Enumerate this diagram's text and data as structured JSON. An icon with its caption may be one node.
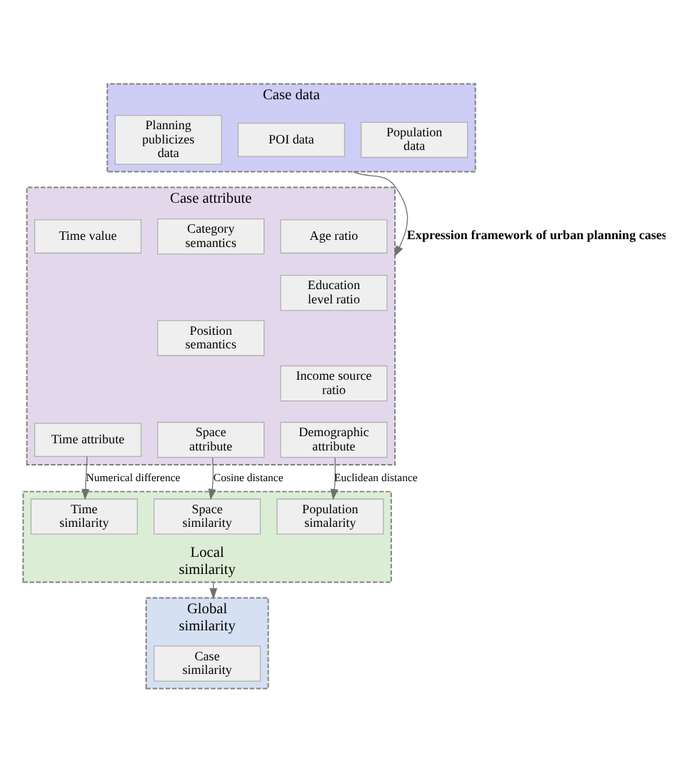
{
  "diagram": {
    "nodes": [
      {
        "text": [
          "Case data"
        ]
      },
      {
        "text": [
          "Planning publicizes data"
        ],
        "in": 0
      },
      {
        "text": [
          "POI data"
        ],
        "in": 0
      },
      {
        "text": [
          "Population data"
        ],
        "in": 0
      },
      {
        "text": [
          "Case attribute"
        ]
      },
      {
        "text": [
          "Time value"
        ],
        "in": 4
      },
      {
        "text": [
          "Category semantics"
        ],
        "in": 4
      },
      {
        "text": [
          "Age ratio"
        ],
        "in": 4
      },
      {
        "text": [
          "Position semantics"
        ],
        "in": 4
      },
      {
        "text": [
          "Education level ratio"
        ],
        "in": 4
      },
      {
        "text": [
          "Income source ratio"
        ],
        "in": 4
      },
      {
        "text": [
          "Time attribute"
        ],
        "in": 4
      },
      {
        "text": [
          "Space attribute"
        ],
        "in": 4
      },
      {
        "text": [
          "Demographic attribute"
        ],
        "in": 4
      },
      {
        "text": [
          "Local similarity"
        ]
      },
      {
        "text": [
          "Time similarity"
        ],
        "in": 14
      },
      {
        "text": [
          "Space similarity"
        ],
        "in": 14
      },
      {
        "text": [
          "Population simalarity"
        ],
        "in": 14
      },
      {
        "text": [
          "Global similarity"
        ]
      },
      {
        "text": [
          "Case similarity"
        ],
        "in": 18
      }
    ],
    "edges": [
      {
        "from": 0,
        "to": 4,
        "arrow": "to",
        "label": "Expression framework of urban planning cases"
      },
      {
        "from": 11,
        "to": 15,
        "arrow": "to",
        "label": "Numerical difference"
      },
      {
        "from": 12,
        "to": 16,
        "arrow": "to",
        "label": "Cosine distance"
      },
      {
        "from": 13,
        "to": 17,
        "arrow": "to",
        "label": "Euclidean distance"
      },
      {
        "from": 14,
        "to": 18,
        "arrow": "to"
      }
    ]
  }
}
